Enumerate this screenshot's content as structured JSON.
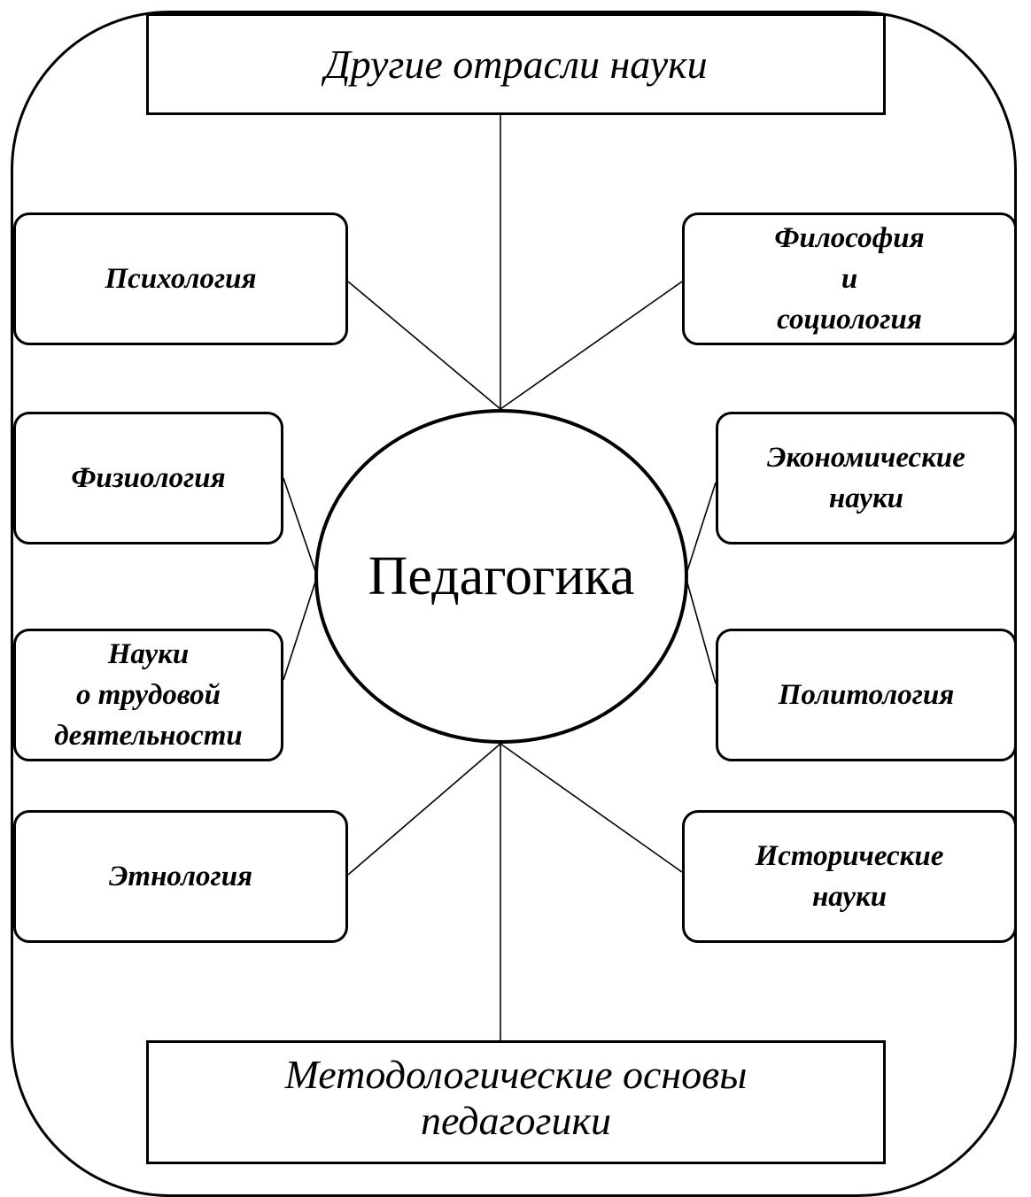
{
  "diagram": {
    "top_banner": "Другие отрасли науки",
    "center": "Педагогика",
    "left_boxes": [
      "Психология",
      "Физиология",
      "Науки\nо трудовой\nдеятельности",
      "Этнология"
    ],
    "right_boxes": [
      "Философия\nи\nсоциология",
      "Экономические\nнауки",
      "Политология",
      "Исторические\nнауки"
    ],
    "bottom_banner": "Методологические основы\nпедагогики"
  }
}
